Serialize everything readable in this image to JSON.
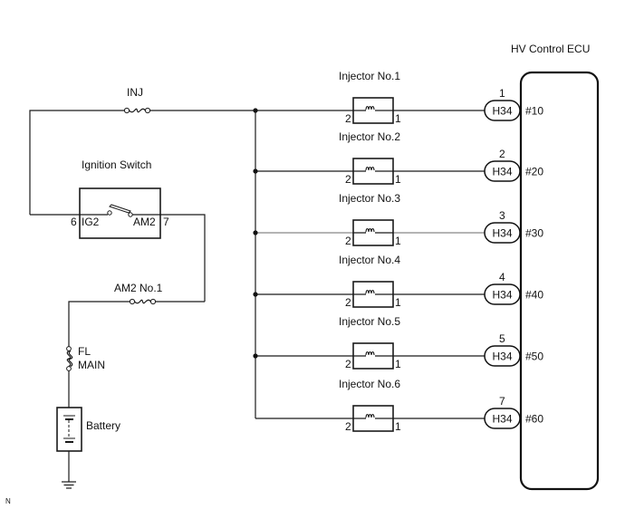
{
  "diagram": {
    "ecu": {
      "title": "HV Control ECU"
    },
    "fuses": {
      "inj": "INJ",
      "am2": "AM2 No.1",
      "fl_main_line1": "FL",
      "fl_main_line2": "MAIN"
    },
    "ignition_switch": {
      "title": "Ignition Switch",
      "left_terminal": "IG2",
      "right_terminal": "AM2",
      "left_pin": "6",
      "right_pin": "7"
    },
    "battery": {
      "label": "Battery"
    },
    "injectors": [
      {
        "name": "Injector No.1",
        "pin_in": "2",
        "pin_out": "1",
        "connector": "H34",
        "connector_pin": "1",
        "ecu_terminal": "#10"
      },
      {
        "name": "Injector No.2",
        "pin_in": "2",
        "pin_out": "1",
        "connector": "H34",
        "connector_pin": "2",
        "ecu_terminal": "#20"
      },
      {
        "name": "Injector No.3",
        "pin_in": "2",
        "pin_out": "1",
        "connector": "H34",
        "connector_pin": "3",
        "ecu_terminal": "#30"
      },
      {
        "name": "Injector No.4",
        "pin_in": "2",
        "pin_out": "1",
        "connector": "H34",
        "connector_pin": "4",
        "ecu_terminal": "#40"
      },
      {
        "name": "Injector No.5",
        "pin_in": "2",
        "pin_out": "1",
        "connector": "H34",
        "connector_pin": "5",
        "ecu_terminal": "#50"
      },
      {
        "name": "Injector No.6",
        "pin_in": "2",
        "pin_out": "1",
        "connector": "H34",
        "connector_pin": "7",
        "ecu_terminal": "#60"
      }
    ],
    "corner_mark": "N"
  }
}
